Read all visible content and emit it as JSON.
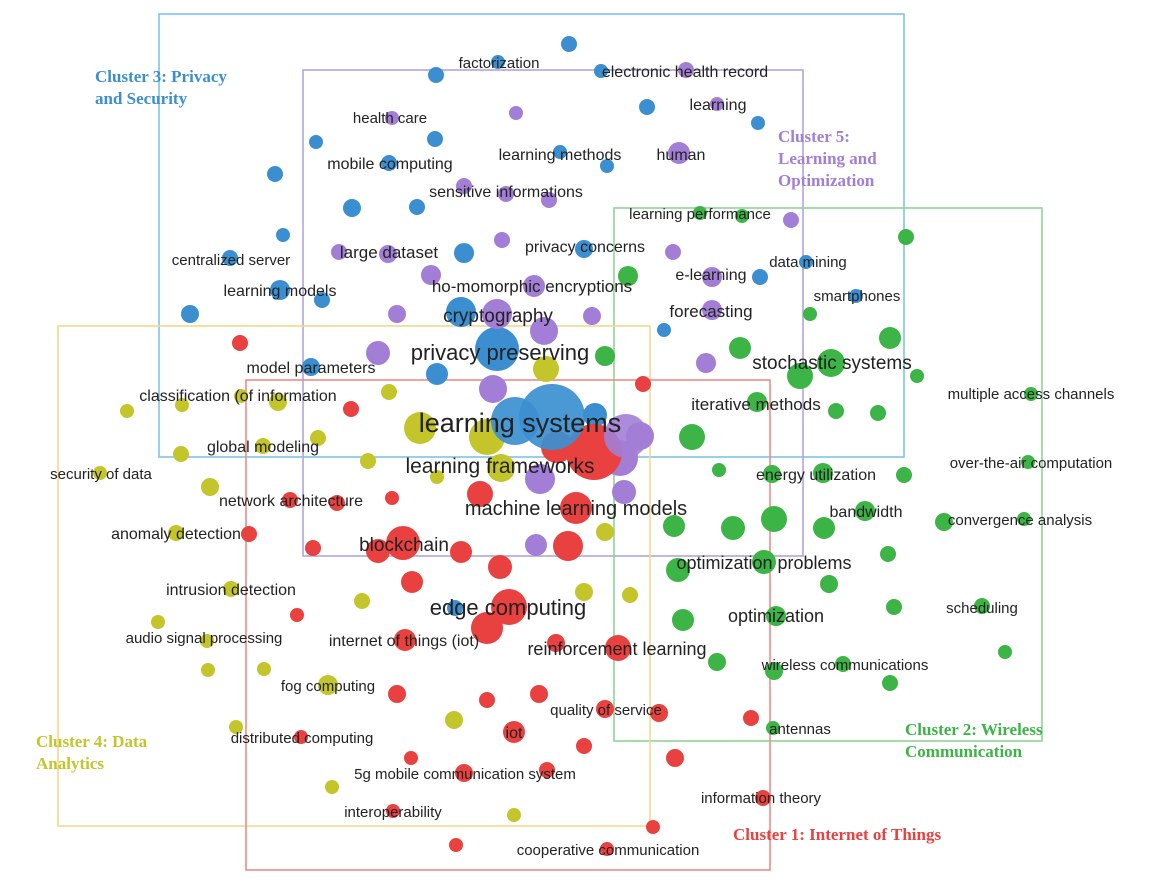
{
  "clusters": [
    {
      "id": "c1",
      "title_lines": [
        "Cluster 1: Internet of Things"
      ],
      "color": "#e8413f"
    },
    {
      "id": "c2",
      "title_lines": [
        "Cluster 2: Wireless",
        "Communication"
      ],
      "color": "#3cb446"
    },
    {
      "id": "c3",
      "title_lines": [
        "Cluster 3: Privacy",
        "and Security"
      ],
      "color": "#3b8fd0"
    },
    {
      "id": "c4",
      "title_lines": [
        "Cluster 4: Data",
        "Analytics"
      ],
      "color": "#c3c52b"
    },
    {
      "id": "c5",
      "title_lines": [
        "Cluster 5:",
        "Learning and",
        "Optimization"
      ],
      "color": "#a27ed6"
    }
  ],
  "keywords": {
    "learning_systems": "learning systems",
    "privacy_preserving": "privacy preserving",
    "learning_frameworks": "learning frameworks",
    "machine_learning_models": "machine learning models",
    "edge_computing": "edge computing",
    "blockchain": "blockchain",
    "cryptography": "cryptography",
    "stochastic_systems": "stochastic systems",
    "optimization_problems": "optimization problems",
    "optimization": "optimization",
    "reinforcement_learning": "reinforcement learning",
    "iterative_methods": "iterative methods",
    "factorization": "factorization",
    "electronic_health_record": "electronic health record",
    "health_care": "health care",
    "learning": "learning",
    "mobile_computing": "mobile computing",
    "learning_methods": "learning methods",
    "human": "human",
    "sensitive_informations": "sensitive informations",
    "learning_performance": "learning performance",
    "centralized_server": "centralized server",
    "large_dataset": "large dataset",
    "privacy_concerns": "privacy concerns",
    "data_mining": "data mining",
    "e_learning": "e-learning",
    "learning_models": "learning models",
    "homomorphic": "ho-momorphic encryptions",
    "smartphones": "smartphones",
    "forecasting": "forecasting",
    "model_parameters": "model parameters",
    "classification": "classification (of information",
    "multiple_access": "multiple access channels",
    "global_modeling": "global modeling",
    "security_of_data": "security of data",
    "over_the_air": "over-the-air computation",
    "energy_utilization": "energy utilization",
    "network_architecture": "network architecture",
    "bandwidth": "bandwidth",
    "convergence_analysis": "convergence analysis",
    "anomaly_detection": "anomaly detection",
    "intrusion_detection": "intrusion detection",
    "scheduling": "scheduling",
    "audio_signal": "audio signal processing",
    "internet_of_things": "internet of things (iot)",
    "wireless_communications": "wireless communications",
    "fog_computing": "fog computing",
    "quality_of_service": "quality of service",
    "distributed_computing": "distributed computing",
    "iot": "iot",
    "antennas": "antennas",
    "5g": "5g mobile communication system",
    "information_theory": "information theory",
    "interoperability": "interoperability",
    "cooperative_communication": "cooperative communication"
  }
}
